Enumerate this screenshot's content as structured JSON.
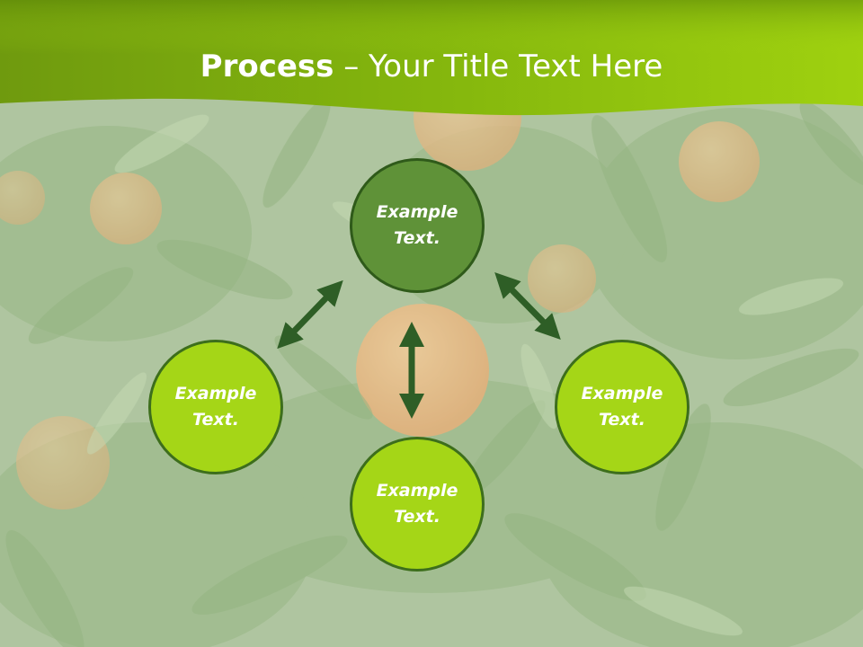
{
  "title": {
    "bold": "Process",
    "dash": " – ",
    "rest": "Your Title Text Here"
  },
  "nodes": {
    "top": "Example Text.",
    "left": "Example Text.",
    "right": "Example Text.",
    "bottom": "Example Text."
  },
  "colors": {
    "header_green": "#8cc20c",
    "node_dark": "#5f9238",
    "node_light": "#a5d617",
    "arrow": "#2e5e26"
  }
}
